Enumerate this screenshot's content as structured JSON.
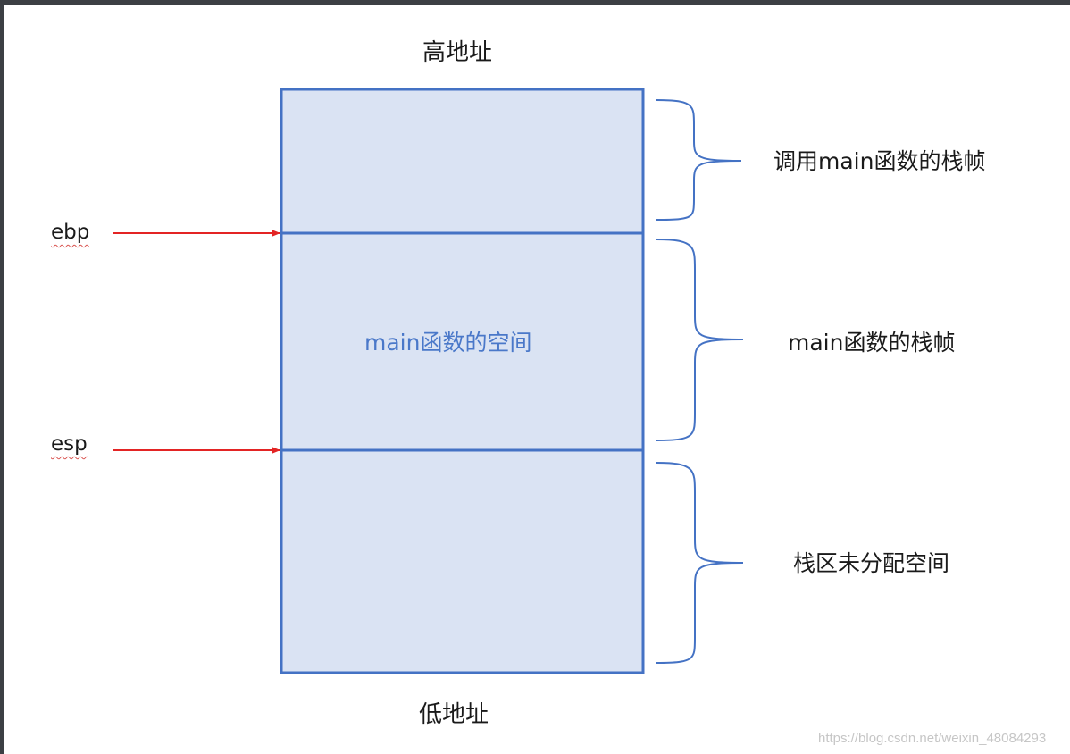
{
  "address": {
    "high": "高地址",
    "low": "低地址"
  },
  "registers": {
    "ebp": "ebp",
    "esp": "esp"
  },
  "stack": {
    "inner_label": "main函数的空间"
  },
  "braces": {
    "caller_frame": "调用main函数的栈帧",
    "main_frame": "main函数的栈帧",
    "unallocated": "栈区未分配空间"
  },
  "watermark": "https://blog.csdn.net/weixin_48084293",
  "colors": {
    "block_fill": "#dae3f3",
    "block_stroke": "#4472c4",
    "pointer_arrow": "#e32424",
    "inner_text": "#4a78c9"
  }
}
